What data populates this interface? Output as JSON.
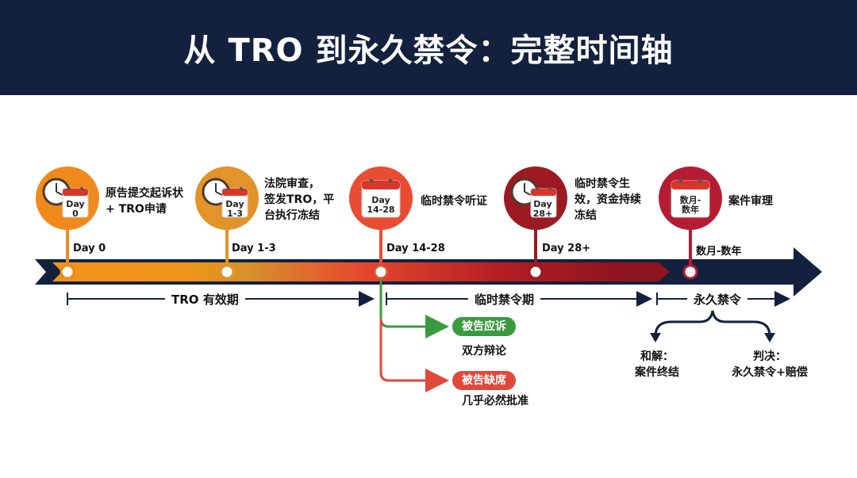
{
  "title": "从 TRO 到永久禁令：完整时间轴",
  "nodes": [
    {
      "cal": "Day\n0",
      "day": "Day 0",
      "desc": "原告提交起诉状\n+ TRO申请",
      "color": "#f08a1c",
      "icon": "clock-calendar-icon"
    },
    {
      "cal": "Day\n1-3",
      "day": "Day 1-3",
      "desc": "法院审查，\n签发TRO，平\n台执行冻结",
      "color": "#e2932a",
      "icon": "clock-calendar-icon"
    },
    {
      "cal": "Day\n14-28",
      "day": "Day 14-28",
      "desc": "临时禁令听证",
      "color": "#e94c32",
      "icon": "calendar-icon"
    },
    {
      "cal": "Day\n28+",
      "day": "Day 28+",
      "desc": "临时禁令生\n效，资金持续\n冻结",
      "color": "#9c1a22",
      "icon": "clock-calendar-icon"
    },
    {
      "cal": "数月-\n数年",
      "day": "数月-数年",
      "desc": "案件审理",
      "color": "#b51c34",
      "icon": "calendar-icon"
    }
  ],
  "phases": [
    "TRO 有效期",
    "临时禁令期",
    "永久禁令"
  ],
  "branches": [
    {
      "badge": "被告应诉",
      "sub": "双方辩论",
      "color": "#3a9a3f"
    },
    {
      "badge": "被告缺席",
      "sub": "几乎必然批准",
      "color": "#e0483a"
    }
  ],
  "outcomes": [
    "和解：\n案件终结",
    "判决：\n永久禁令+赔偿"
  ],
  "colors": {
    "header": "#13213f",
    "navy": "#13213f",
    "orange": "#f39419",
    "red": "#d9362b",
    "darkred": "#8f1420"
  }
}
